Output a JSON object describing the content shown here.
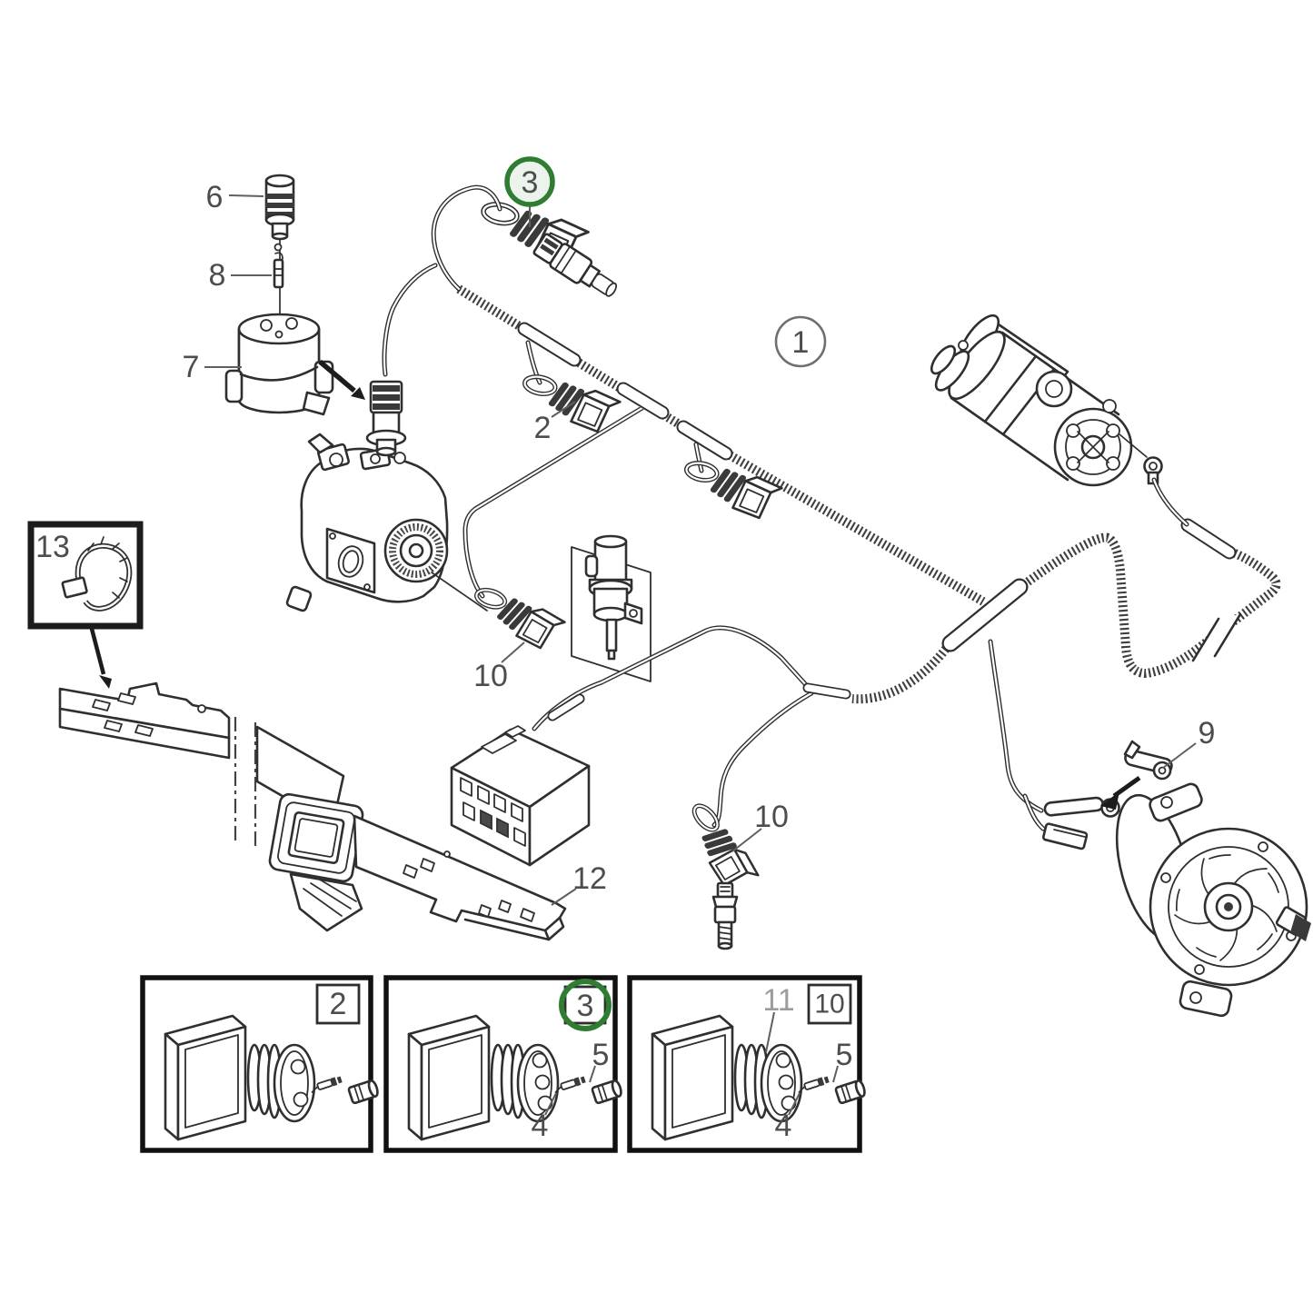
{
  "items": {
    "i1": "1",
    "i2": "2",
    "i3": "3",
    "i4": "4",
    "i5": "5",
    "i6": "6",
    "i7": "7",
    "i8": "8",
    "i9": "9",
    "i10": "10",
    "i11": "11",
    "i12": "12",
    "i13": "13"
  },
  "panels": {
    "a": {
      "badge": "2"
    },
    "b": {
      "badge": "3"
    },
    "c": {
      "badge": "10"
    }
  },
  "colors": {
    "highlight_ring": "#2e7d32",
    "highlight_fill": "#ecf3ec",
    "line": "#2f2f2f",
    "label": "#4d4d4d",
    "label_light": "#9c9c9c"
  }
}
